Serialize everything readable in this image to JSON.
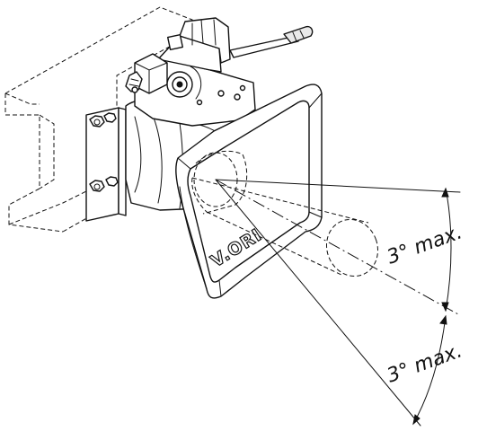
{
  "brand_text": "V.ORI",
  "angle_labels": {
    "upper": "3° max.",
    "lower": "3° max."
  }
}
